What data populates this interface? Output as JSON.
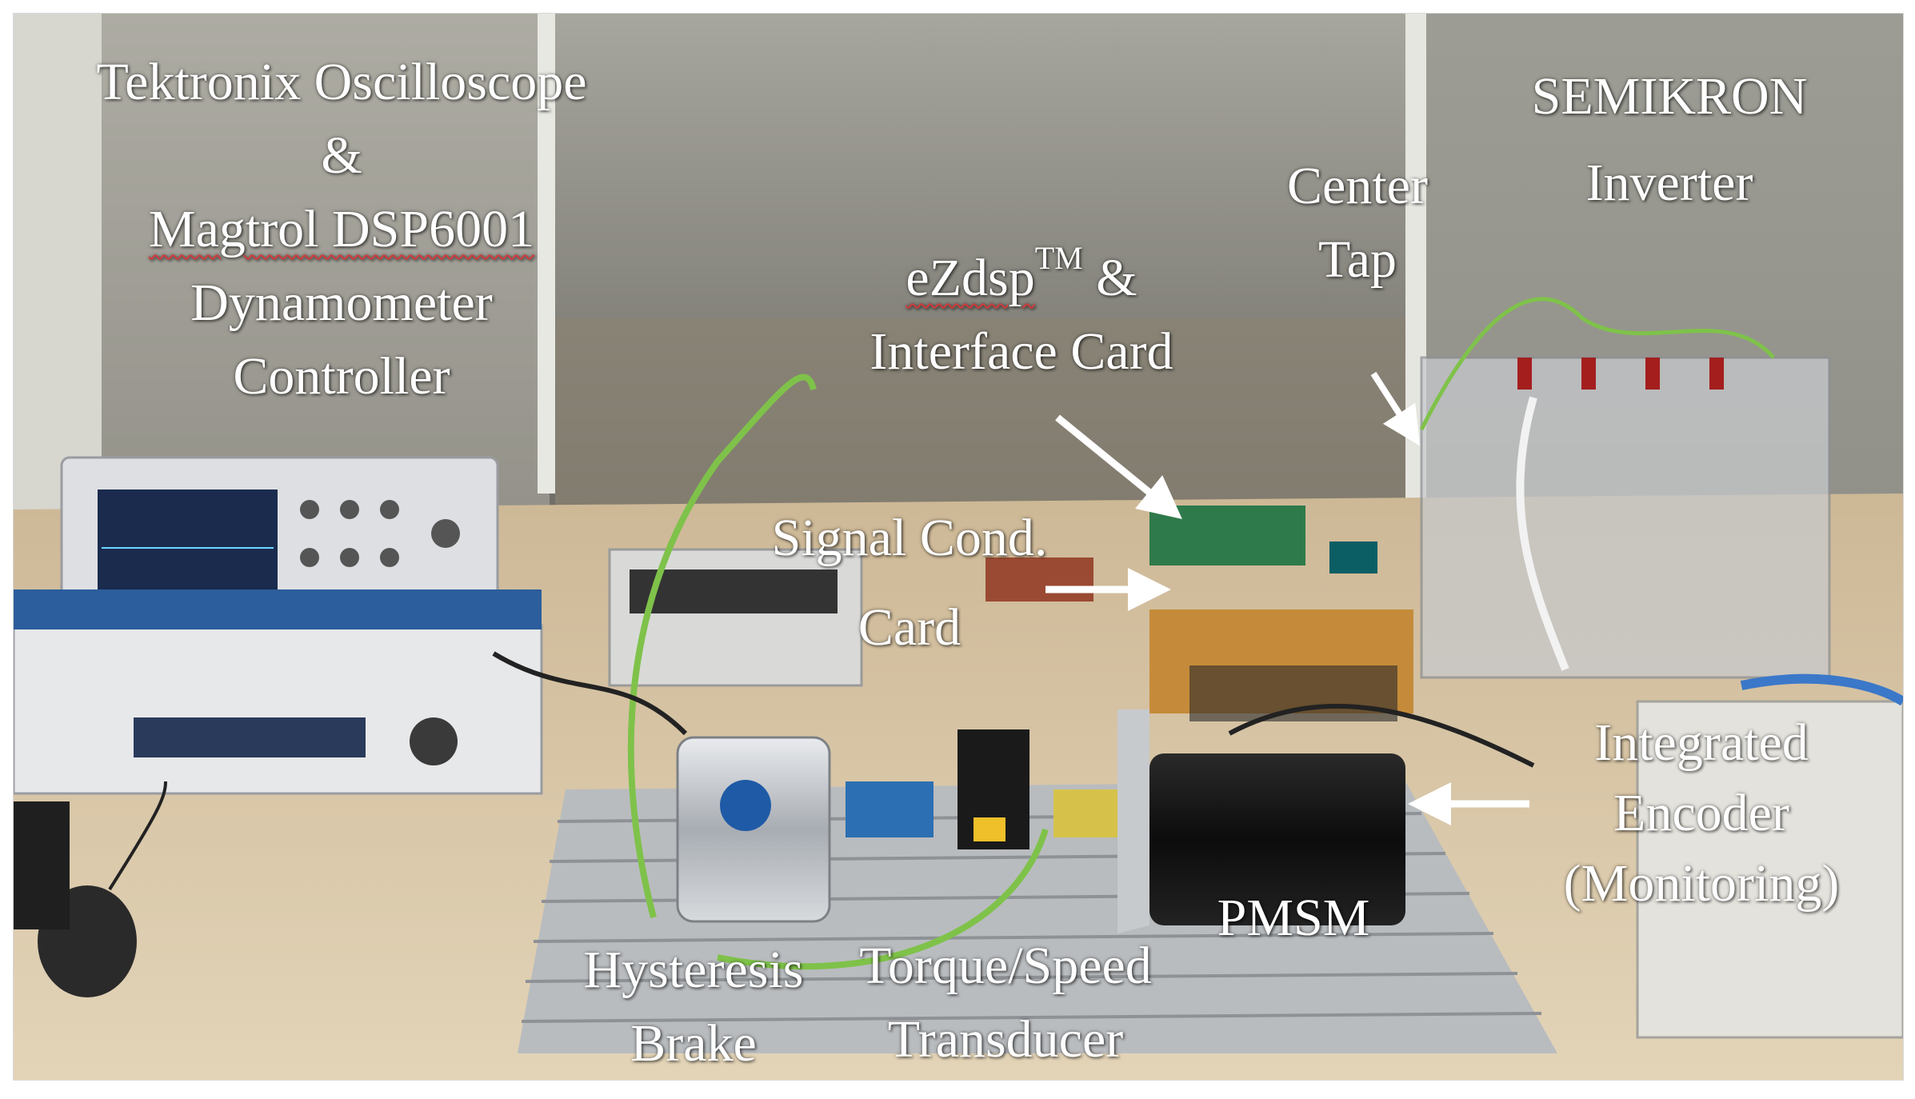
{
  "labels": {
    "oscilloscope": {
      "line1": "Tektronix Oscilloscope",
      "line2": "&",
      "line3": "Magtrol DSP6001",
      "line4": "Dynamometer",
      "line5": "Controller"
    },
    "dsp": {
      "line1_pre": "eZdsp",
      "line1_sup": "TM",
      "line1_post": " &",
      "line2": "Interface Card"
    },
    "center_tap": {
      "line1": "Center",
      "line2": "Tap"
    },
    "inverter": {
      "line1": "SEMIKRON",
      "line2": "Inverter"
    },
    "signal_cond": {
      "line1": "Signal Cond.",
      "line2": "Card"
    },
    "encoder": {
      "line1": "Integrated",
      "line2": "Encoder",
      "line3": "(Monitoring)"
    },
    "pmsm": {
      "line1": "PMSM"
    },
    "brake": {
      "line1": "Hysteresis",
      "line2": "Brake"
    },
    "transducer": {
      "line1": "Torque/Speed",
      "line2": "Transducer"
    }
  },
  "colors": {
    "label_text": "#ffffff",
    "arrow": "#ffffff",
    "table": "#d9c7a8",
    "glass": "#8c8c84",
    "motor": "#141414",
    "brake_body": "#c9ccd0",
    "cable_green": "#7fc24a"
  }
}
